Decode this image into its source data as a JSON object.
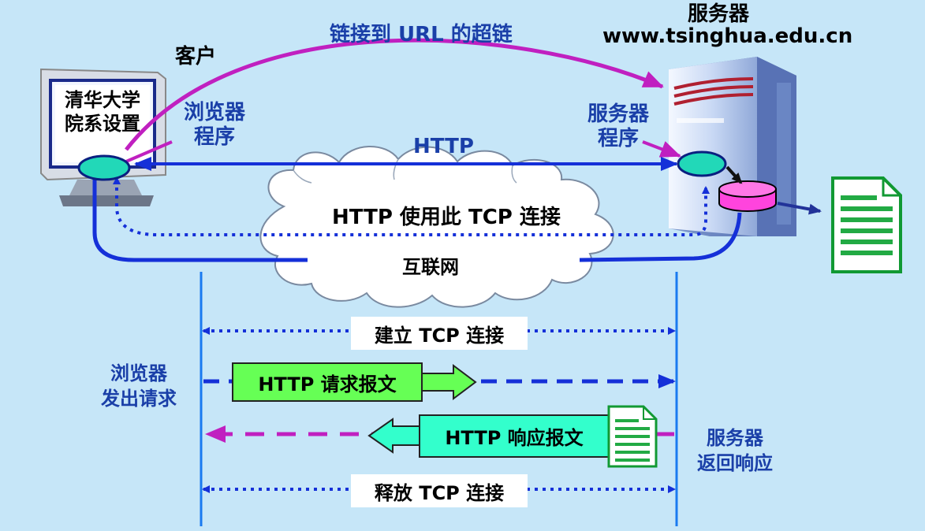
{
  "top": {
    "link_label": "链接到 URL 的超链",
    "client_label": "客户",
    "server_label": "服务器",
    "server_url": "www.tsinghua.edu.cn"
  },
  "client": {
    "screen_line1": "清华大学",
    "screen_line2": "院系设置",
    "browser_line1": "浏览器",
    "browser_line2": "程序"
  },
  "server": {
    "program_line1": "服务器",
    "program_line2": "程序"
  },
  "connection": {
    "http_label": "HTTP",
    "tcp_label": "HTTP 使用此 TCP 连接",
    "internet_label": "互联网"
  },
  "sequence": {
    "establish_label": "建立 TCP 连接",
    "request_label": "HTTP 请求报文",
    "response_label": "HTTP 响应报文",
    "release_label": "释放 TCP 连接",
    "browser_side_line1": "浏览器",
    "browser_side_line2": "发出请求",
    "server_side_line1": "服务器",
    "server_side_line2": "返回响应"
  },
  "colors": {
    "background": "#c6e6f8",
    "blue_line": "#1530d8",
    "magenta": "#c020c0",
    "label_blue": "#1a3fa8",
    "request_box": "#66ff55",
    "response_box": "#33ffcc",
    "document_green": "#22aa44",
    "db_pink": "#ff44dd"
  },
  "icons": [
    "computer-monitor-icon",
    "server-tower-icon",
    "document-icon",
    "database-icon",
    "cloud-icon"
  ]
}
